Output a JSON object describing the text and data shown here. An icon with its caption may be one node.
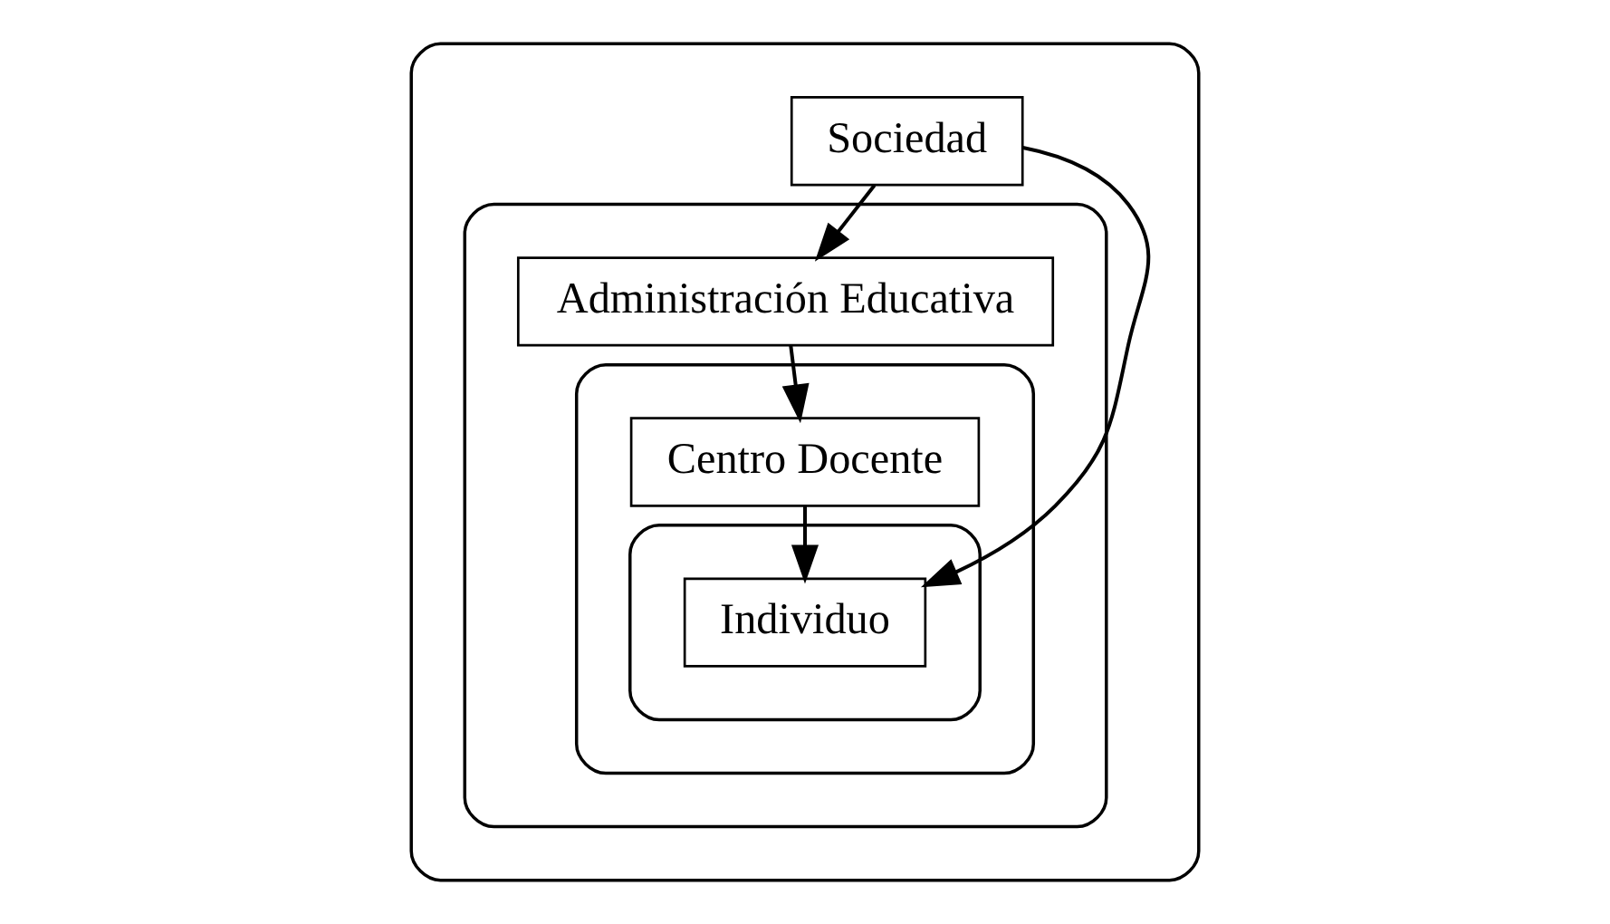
{
  "diagram": {
    "nodes": [
      {
        "text": [],
        "shape": "ellipse"
      },
      {
        "text": [
          "Sociedad"
        ],
        "in": 0
      },
      {
        "text": [],
        "shape": "ellipse",
        "in": 0
      },
      {
        "text": [
          "Administración Educativa"
        ],
        "in": 2
      },
      {
        "text": [],
        "shape": "ellipse",
        "in": 2
      },
      {
        "text": [
          "Centro Docente"
        ],
        "in": 4
      },
      {
        "text": [],
        "shape": "ellipse",
        "in": 4
      },
      {
        "text": [
          "Individuo"
        ],
        "in": 6
      }
    ],
    "edges": [
      {
        "from": 1,
        "to": 3,
        "arrow": "to"
      },
      {
        "from": 3,
        "to": 5,
        "arrow": "to"
      },
      {
        "from": 5,
        "to": 7,
        "arrow": "to"
      },
      {
        "from": 1,
        "to": 7,
        "arrow": "to"
      }
    ]
  }
}
